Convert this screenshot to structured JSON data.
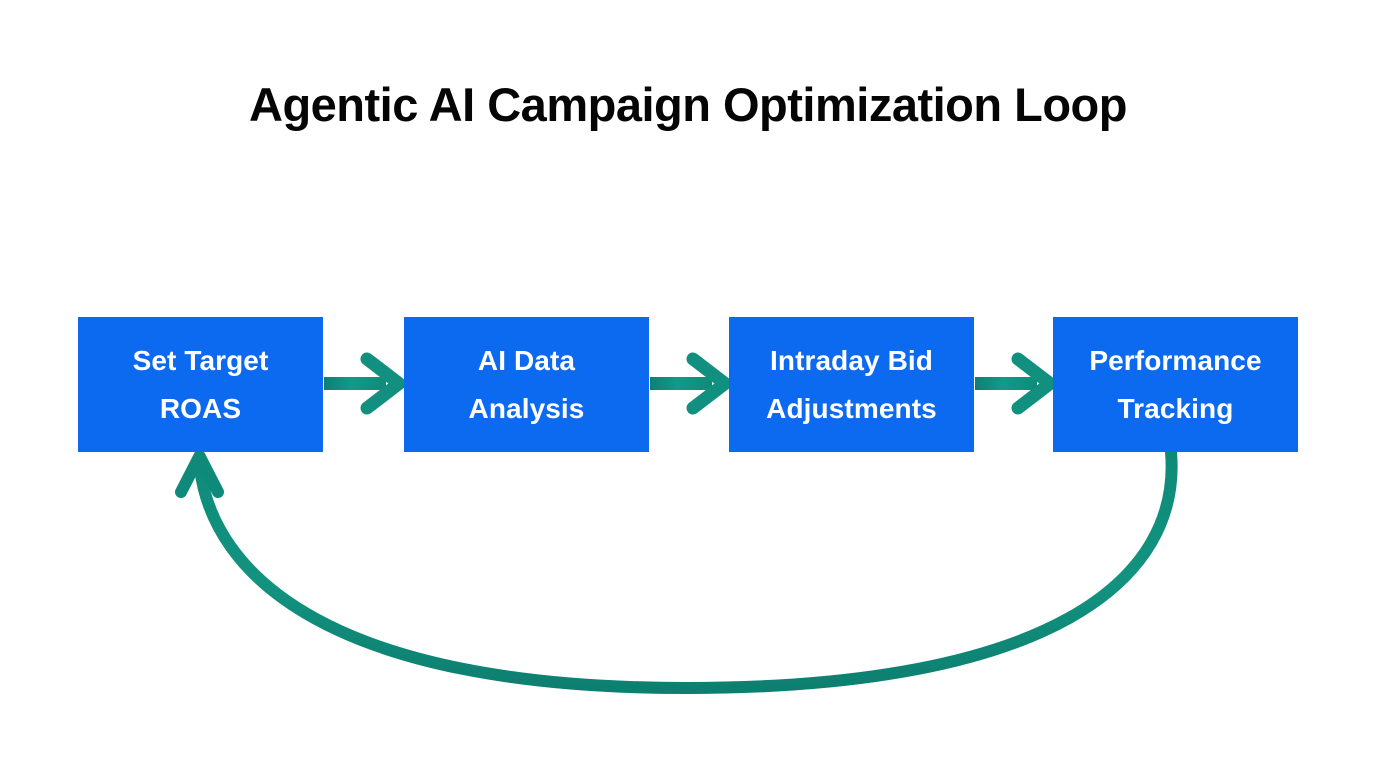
{
  "diagram": {
    "title": "Agentic AI Campaign Optimization Loop",
    "type": "cycle-flowchart",
    "background_color": "#ffffff",
    "node_fill_color": "#0b6af0",
    "node_text_color": "#ffffff",
    "connector_color": "#128c7a",
    "title_color": "#050505",
    "nodes": [
      {
        "id": "set-target-roas",
        "label": "Set Target\nROAS",
        "order": 1
      },
      {
        "id": "ai-data-analysis",
        "label": "AI Data\nAnalysis",
        "order": 2
      },
      {
        "id": "intraday-bid-adjustments",
        "label": "Intraday Bid\nAdjustments",
        "order": 3
      },
      {
        "id": "performance-tracking",
        "label": "Performance\nTracking",
        "order": 4
      }
    ],
    "connectors": [
      {
        "id": "arrow-1-2",
        "from": "set-target-roas",
        "to": "ai-data-analysis",
        "style": "straight-arrow"
      },
      {
        "id": "arrow-2-3",
        "from": "ai-data-analysis",
        "to": "intraday-bid-adjustments",
        "style": "straight-arrow"
      },
      {
        "id": "arrow-3-4",
        "from": "intraday-bid-adjustments",
        "to": "performance-tracking",
        "style": "straight-arrow"
      },
      {
        "id": "arrow-feedback-loop",
        "from": "performance-tracking",
        "to": "set-target-roas",
        "style": "curved-feedback-arrow"
      }
    ]
  }
}
